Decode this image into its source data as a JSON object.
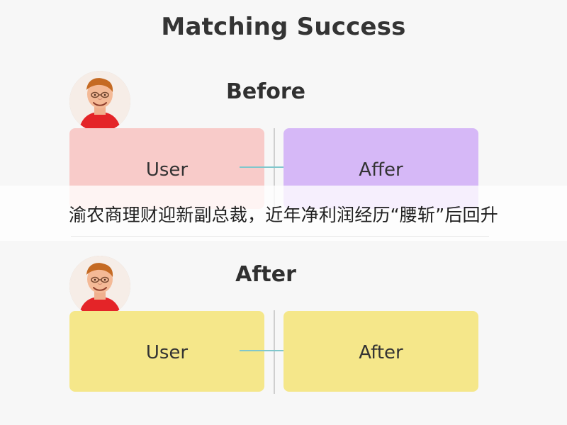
{
  "heading": {
    "title": "Matching Success"
  },
  "before_section": {
    "title": "Before",
    "left_card": "User",
    "right_card": "Affer"
  },
  "after_section": {
    "title": "After",
    "left_card": "User",
    "right_card": "After"
  },
  "caption": {
    "text": "渝农商理财迎新副总裁，近年净利润经历“腰斩”后回升"
  },
  "colors": {
    "background": "#f7f7f7",
    "before_left": "#f8cbc9",
    "before_right": "#d6b8f7",
    "after_cards": "#f5e78a",
    "connector": "#80c7cc",
    "divider": "#cfcfcf"
  },
  "icons": {
    "before_avatar": "smiling-man-avatar",
    "after_avatar": "smiling-man-avatar"
  }
}
